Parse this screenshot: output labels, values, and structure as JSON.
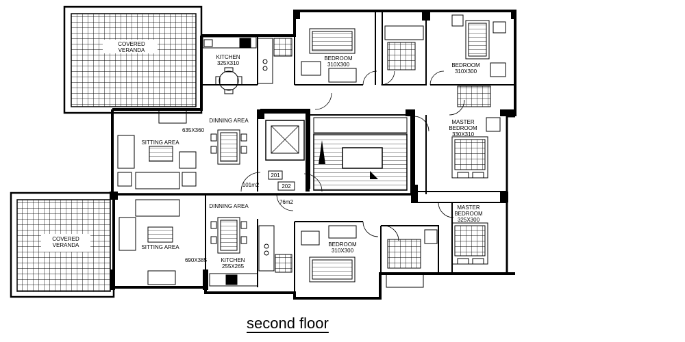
{
  "floor_title": "second floor",
  "rooms": {
    "veranda_top": "COVERED\nVERANDA",
    "veranda_bottom": "COVERED\nVERANDA",
    "kitchen_top": "KITCHEN",
    "kitchen_top_dim": "325X310",
    "bedroom_top_left": "BEDROOM",
    "bedroom_top_left_dim": "310X300",
    "bedroom_top_right": "BEDROOM",
    "bedroom_top_right_dim": "310X300",
    "master_top": "MASTER\nBEDROOM",
    "master_top_dim": "330X310",
    "dining_top": "DINNING AREA",
    "living_top_dim": "635X360",
    "sitting_top": "SITTING AREA",
    "area_201": "101m2",
    "unit_201": "201",
    "unit_202": "202",
    "area_202": "76m2",
    "dining_bottom": "DINNING AREA",
    "sitting_bottom": "SITTING AREA",
    "living_bottom_dim": "690X385",
    "kitchen_bottom": "KITCHEN",
    "kitchen_bottom_dim": "255X265",
    "bedroom_bottom": "BEDROOM",
    "bedroom_bottom_dim": "310X300",
    "master_bottom": "MASTER\nBEDROOM",
    "master_bottom_dim": "325X300"
  }
}
